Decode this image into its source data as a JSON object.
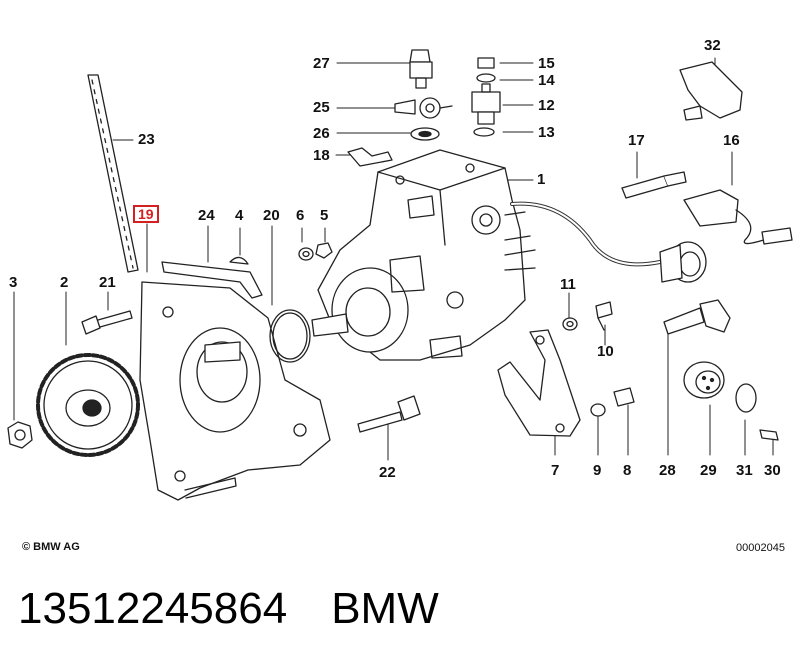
{
  "callouts": {
    "c1": "1",
    "c2": "2",
    "c3": "3",
    "c4": "4",
    "c5": "5",
    "c6": "6",
    "c7": "7",
    "c8": "8",
    "c9": "9",
    "c10": "10",
    "c11": "11",
    "c12": "12",
    "c13": "13",
    "c14": "14",
    "c15": "15",
    "c16": "16",
    "c17": "17",
    "c18": "18",
    "c19": "19",
    "c20": "20",
    "c21": "21",
    "c22": "22",
    "c23": "23",
    "c24": "24",
    "c25": "25",
    "c26": "26",
    "c27": "27",
    "c28": "28",
    "c29": "29",
    "c30": "30",
    "c31": "31",
    "c32": "32"
  },
  "highlighted_part": "19",
  "copyright": "© BMW AG",
  "diagram_code": "00002045",
  "caption": {
    "part_number": "13512245864",
    "brand": "BMW"
  },
  "colors": {
    "highlight": "#d42020",
    "ink": "#111111"
  }
}
